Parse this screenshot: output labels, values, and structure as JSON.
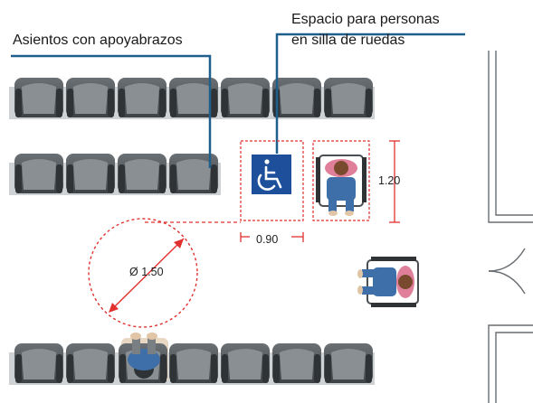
{
  "labels": {
    "armrest_seats": "Asientos con apoyabrazos",
    "wheelchair_space_line1": "Espacio para personas",
    "wheelchair_space_line2": "en silla de ruedas"
  },
  "dimensions": {
    "space_height": "1.20",
    "space_width": "0.90",
    "turning_diameter": "Ø 1.50"
  },
  "icons": [
    "armchair-icon",
    "wheelchair-symbol-icon",
    "wheelchair-user-icon",
    "seated-person-icon",
    "door-icon"
  ],
  "colors": {
    "leader_line": "#1f5f8b",
    "dimension": "#e0312f",
    "accessibility_blue": "#1d4f9a",
    "seat": "#5a5f63",
    "seat_bar": "#cfd2d4"
  }
}
